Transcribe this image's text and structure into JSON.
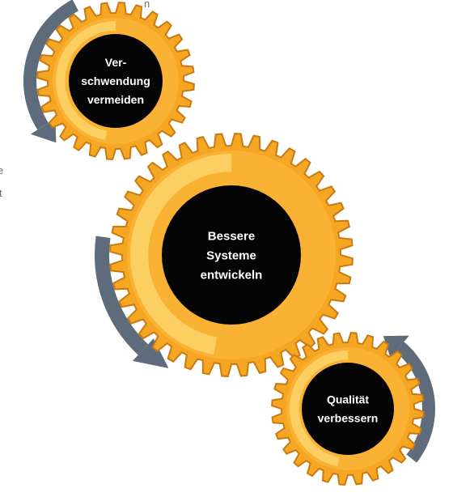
{
  "text_fragments": [
    "n",
    "e",
    "t"
  ],
  "gears": [
    {
      "id": "top",
      "lines": [
        "Ver-",
        "schwendung",
        "vermeiden"
      ]
    },
    {
      "id": "middle",
      "lines": [
        "Bessere",
        "Systeme",
        "entwickeln"
      ]
    },
    {
      "id": "bottom",
      "lines": [
        "Qualität",
        "verbessern"
      ]
    }
  ],
  "colors": {
    "gear_outer": "#f5a623",
    "gear_stroke": "#c97a12",
    "gear_inner": "#f9b233",
    "gear_swoosh": "#fbd36a",
    "hub": "#050505",
    "arrow": "#5d6b7a"
  }
}
